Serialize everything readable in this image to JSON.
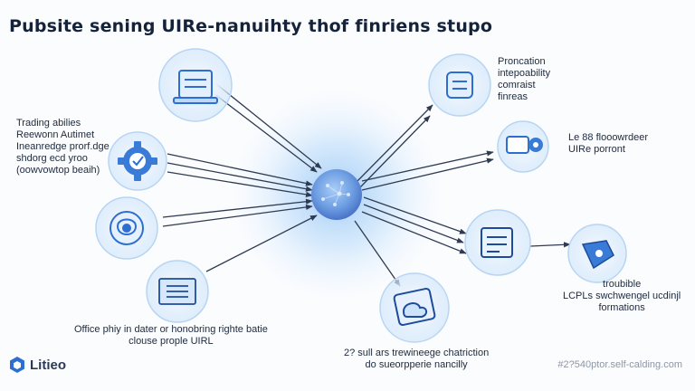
{
  "title": "Pubsite sening UIRe-nanuihty thof finriens stupo",
  "labels": {
    "left_top": [
      "Trading abilies",
      "Reewonn Autimet",
      "Ineanredge prorf.dge",
      "shdorg ecd yroo",
      "(oowvowtop beaih)"
    ],
    "right_top": [
      "Proncation",
      "intepoability",
      "comraist",
      "finreas"
    ],
    "right_mid": [
      "Le 88 flooowrdeer",
      "UIRe porront"
    ],
    "right_bottom": [
      "troubible",
      "LCPLs swchwengel ucdinjl",
      "formations"
    ],
    "bottom_left": [
      "Office phiy in dater or honobring righte batie",
      "clouse prople UIRL"
    ],
    "bottom_center": [
      "2? sull ars trewineege chatriction",
      "do sueorpperie nancilly"
    ]
  },
  "brand": {
    "name": "Litieo",
    "icon": "hexagon-logo-icon"
  },
  "watermark": "#2?540ptor.self-calding.com",
  "icons": {
    "node_left_top": "server-stack-icon",
    "node_left_mid": "gear-icon",
    "node_left_low": "brain-chip-icon",
    "node_left_bottom": "circuit-board-icon",
    "node_right_top": "database-icon",
    "node_right_mid": "gear-tag-icon",
    "node_right_low": "document-panel-icon",
    "node_far_right": "map-chip-icon",
    "node_bottom_center": "cloud-window-icon",
    "hub": "network-hub-icon"
  },
  "colors": {
    "accent": "#2c6fd0",
    "glow": "#9cc9f5",
    "line": "#2f3b52",
    "text": "#1d2a3c"
  }
}
